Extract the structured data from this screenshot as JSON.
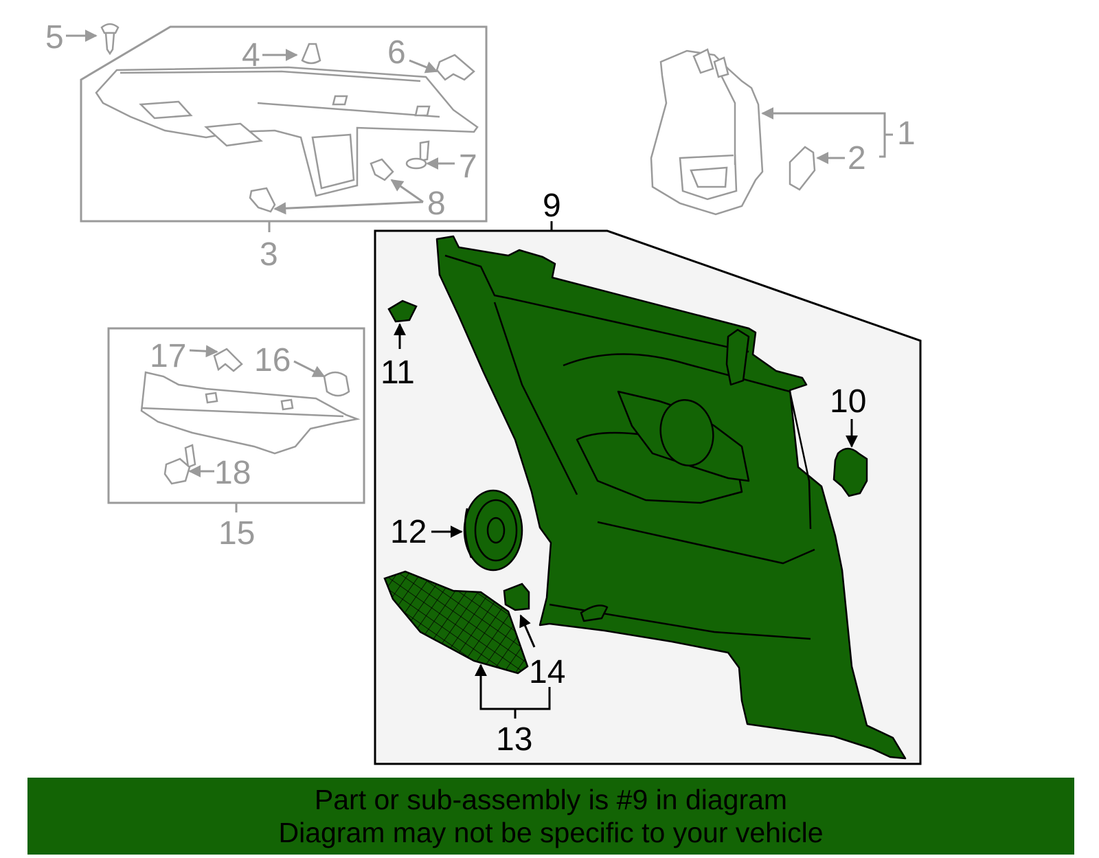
{
  "callouts": {
    "c1": "1",
    "c2": "2",
    "c3": "3",
    "c4": "4",
    "c5": "5",
    "c6": "6",
    "c7": "7",
    "c8": "8",
    "c9": "9",
    "c10": "10",
    "c11": "11",
    "c12": "12",
    "c13": "13",
    "c14": "14",
    "c15": "15",
    "c16": "16",
    "c17": "17",
    "c18": "18"
  },
  "banner": {
    "line1": "Part or sub-assembly is #9 in diagram",
    "line2": "Diagram may not be specific to your vehicle"
  },
  "colors": {
    "highlight_fill": "#136405",
    "context_gray": "#9a9a9a",
    "detail_bg": "#f4f4f4",
    "outline": "#000000"
  },
  "icons": [
    "push-pin-clip-icon",
    "retainer-clip-icon",
    "screw-icon",
    "bolt-icon",
    "speaker-icon",
    "grille-icon"
  ]
}
